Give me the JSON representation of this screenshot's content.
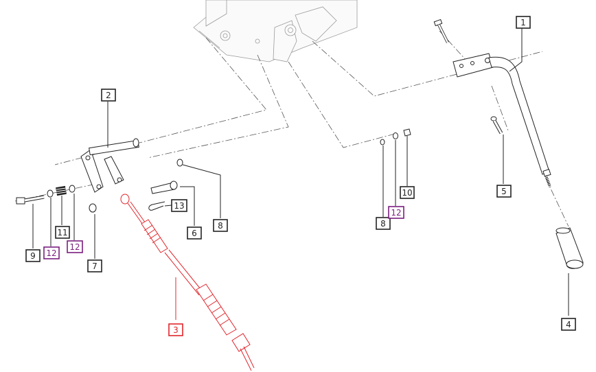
{
  "colors": {
    "line": "#222222",
    "highlight": "#e0242a",
    "variant": "#7a1d7e",
    "ghost": "#9a9a9a"
  },
  "callouts": [
    {
      "id": "1",
      "label": "1",
      "style": "black"
    },
    {
      "id": "2",
      "label": "2",
      "style": "black"
    },
    {
      "id": "3",
      "label": "3",
      "style": "red"
    },
    {
      "id": "4",
      "label": "4",
      "style": "black"
    },
    {
      "id": "5",
      "label": "5",
      "style": "black"
    },
    {
      "id": "6",
      "label": "6",
      "style": "black"
    },
    {
      "id": "7",
      "label": "7",
      "style": "black"
    },
    {
      "id": "8a",
      "label": "8",
      "style": "black"
    },
    {
      "id": "8b",
      "label": "8",
      "style": "black"
    },
    {
      "id": "9",
      "label": "9",
      "style": "black"
    },
    {
      "id": "10",
      "label": "10",
      "style": "black"
    },
    {
      "id": "11",
      "label": "11",
      "style": "black"
    },
    {
      "id": "12a",
      "label": "12",
      "style": "purple"
    },
    {
      "id": "12b",
      "label": "12",
      "style": "purple"
    },
    {
      "id": "12c",
      "label": "12",
      "style": "purple"
    },
    {
      "id": "13",
      "label": "13",
      "style": "black"
    }
  ]
}
